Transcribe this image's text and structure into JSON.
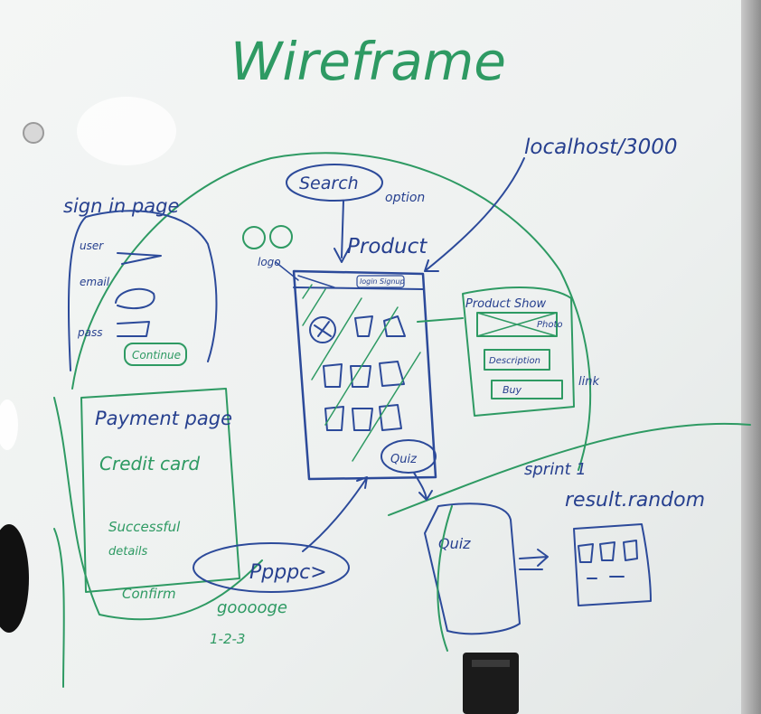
{
  "title": "Wireframe",
  "url": "localhost/3000",
  "search": {
    "bubble": "Search",
    "caption": "option"
  },
  "product": {
    "label": "Product",
    "logo": "logo",
    "login_signup": "login Signup",
    "quiz": "Quiz"
  },
  "product_show": {
    "title": "Product Show",
    "photo": "Photo",
    "description": "Description",
    "buy": "Buy",
    "link": "link"
  },
  "sign_in": {
    "title": "sign in page",
    "fields": [
      "user",
      "email",
      "pass"
    ],
    "button": "Continue"
  },
  "payment": {
    "title": "Payment page",
    "credit_card": "Credit card",
    "success": "Successful",
    "details": "details",
    "confirm": "Confirm"
  },
  "scribble": {
    "oval": "Ppppc>",
    "line1": "gooooge",
    "line2": "1-2-3"
  },
  "sprint": {
    "label": "sprint 1",
    "result": "result.random"
  },
  "quiz_page": {
    "label": "Quiz"
  },
  "colors": {
    "green_marker": "#2e9a63",
    "blue_marker": "#27408f",
    "board": "#f1f3f2"
  }
}
